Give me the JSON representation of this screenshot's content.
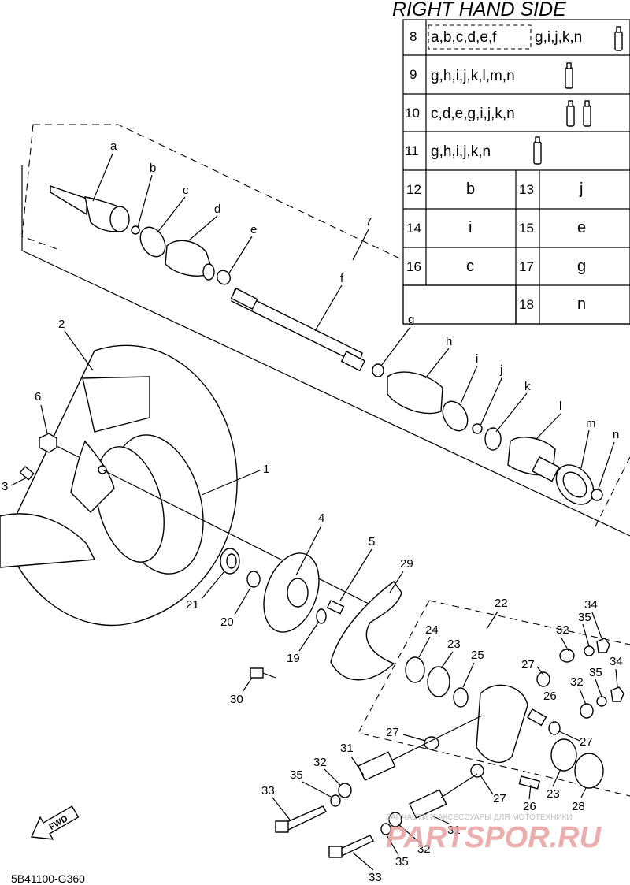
{
  "header": {
    "title": "RIGHT HAND SIDE"
  },
  "kit_table": {
    "rows": [
      {
        "num": "8",
        "parts": "a,b,c,d,e,f",
        "extra": "g,i,j,k,n",
        "tubes": 1
      },
      {
        "num": "9",
        "parts": "g,h,i,j,k,l,m,n",
        "tubes": 1
      },
      {
        "num": "10",
        "parts": "c,d,e,g,i,j,k,n",
        "tubes": 2
      },
      {
        "num": "11",
        "parts": "g,h,i,j,k,n",
        "tubes": 1
      }
    ],
    "pairs": [
      {
        "num": "12",
        "val": "b"
      },
      {
        "num": "13",
        "val": "j"
      },
      {
        "num": "14",
        "val": "i"
      },
      {
        "num": "15",
        "val": "e"
      },
      {
        "num": "16",
        "val": "c"
      },
      {
        "num": "17",
        "val": "g"
      },
      {
        "num": "18",
        "val": "n"
      }
    ]
  },
  "callouts": {
    "letters": [
      "a",
      "b",
      "c",
      "d",
      "e",
      "f",
      "g",
      "h",
      "i",
      "j",
      "k",
      "l",
      "m",
      "n"
    ],
    "numbers": [
      "1",
      "2",
      "3",
      "4",
      "5",
      "6",
      "7",
      "19",
      "20",
      "21",
      "22",
      "23",
      "23",
      "24",
      "25",
      "26",
      "26",
      "27",
      "27",
      "27",
      "27",
      "28",
      "29",
      "30",
      "31",
      "31",
      "32",
      "32",
      "32",
      "32",
      "33",
      "33",
      "34",
      "34",
      "35",
      "35",
      "35",
      "35"
    ]
  },
  "fwd": "FWD",
  "footer": {
    "code": "5B41100-G360"
  },
  "watermark": {
    "text": "PARTSPOR.RU",
    "tagline": "ЗАПЧАСТИ И АКСЕССУАРЫ ДЛЯ МОТОТЕХНИКИ",
    "color": "#e8a0a0"
  }
}
